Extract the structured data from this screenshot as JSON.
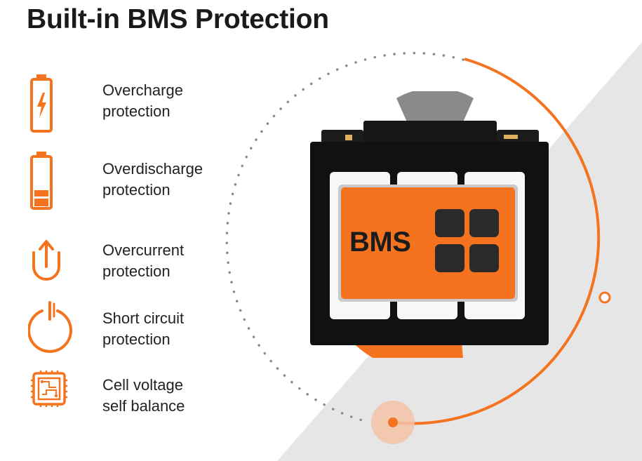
{
  "title": "Built-in BMS Protection",
  "features": [
    {
      "line1": "Overcharge",
      "line2": "protection",
      "icon": "charging-battery-icon"
    },
    {
      "line1": "Overdischarge",
      "line2": "protection",
      "icon": "low-battery-icon"
    },
    {
      "line1": "Overcurrent",
      "line2": "protection",
      "icon": "overcurrent-arrow-icon"
    },
    {
      "line1": "Short circuit",
      "line2": "protection",
      "icon": "power-icon"
    },
    {
      "line1": "Cell voltage",
      "line2": "self balance",
      "icon": "chip-icon"
    }
  ],
  "battery": {
    "module_label": "BMS"
  },
  "colors": {
    "accent": "#f5731f",
    "dark": "#111111",
    "wedge": "#e6e6e6"
  }
}
